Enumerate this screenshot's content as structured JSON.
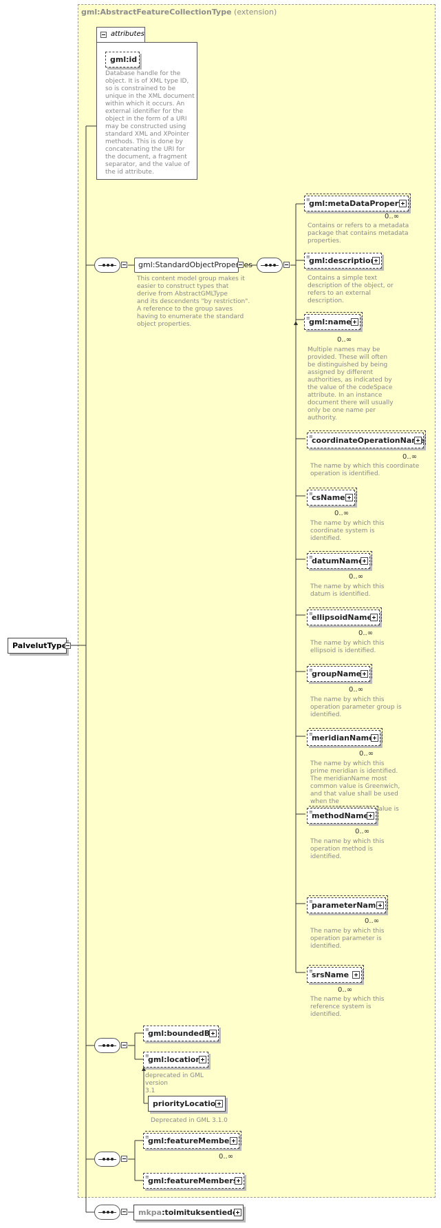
{
  "extension": {
    "type_name": "gml:AbstractFeatureCollectionType",
    "suffix": "(extension)"
  },
  "attributes": {
    "label": "attributes",
    "id_name": "gml:id",
    "id_doc": "Database handle for the\nobject.  It is of XML type ID,\nso is constrained to be\nunique in the XML document\nwithin which it occurs.  An\nexternal identifier for the\nobject in the form of a URI\nmay be constructed using\nstandard XML and XPointer\nmethods.  This is done by\nconcatenating the URI for\nthe document, a fragment\nseparator, and the value of\nthe id attribute."
  },
  "root": {
    "name": "PalvelutType"
  },
  "std_group": {
    "name": "gml:StandardObjectProperties",
    "doc": "This content model group makes it\neasier to construct types that\n        derive from AbstractGMLType\nand its descendents \"by restriction\".\n        A reference to the group saves\nhaving to enumerate the standard\nobject properties."
  },
  "std_elements": [
    {
      "name": "gml:metaDataProperty",
      "card": "0..∞",
      "doc": "Contains or refers to a metadata\npackage that contains metadata\nproperties."
    },
    {
      "name": "gml:description",
      "card": "",
      "doc": "Contains a simple text\ndescription of the object, or\nrefers to an external\ndescription."
    },
    {
      "name": "gml:name",
      "card": "0..∞",
      "doc": "Multiple names may be\nprovided.  These will often\nbe distinguished by being\nassigned by different\nauthorities, as indicated by\nthe value of the codeSpace\nattribute.  In an instance\ndocument there will usually\nonly be one name per\nauthority."
    },
    {
      "name": "coordinateOperationName",
      "card": "0..∞",
      "doc": "The name by which this coordinate\noperation is identified."
    },
    {
      "name": "csName",
      "card": "0..∞",
      "doc": "The name by which this\ncoordinate system is\nidentified."
    },
    {
      "name": "datumName",
      "card": "0..∞",
      "doc": "The name by which this\ndatum is identified."
    },
    {
      "name": "ellipsoidName",
      "card": "0..∞",
      "doc": "The name by which this\nellipsoid is identified."
    },
    {
      "name": "groupName",
      "card": "0..∞",
      "doc": "The name by which this\noperation parameter group is\nidentified."
    },
    {
      "name": "meridianName",
      "card": "0..∞",
      "doc": "The name by which this\nprime meridian is identified.\nThe meridianName most\ncommon value is Greenwich,\nand that value shall be used\nwhen the\ngreenwichLongitude value is\nzero."
    },
    {
      "name": "methodName",
      "card": "0..∞",
      "doc": "The name by which this\noperation method is\nidentified."
    },
    {
      "name": "parameterName",
      "card": "0..∞",
      "doc": "The name by which this\noperation parameter is\nidentified."
    },
    {
      "name": "srsName",
      "card": "0..∞",
      "doc": "The name by which this\nreference system is\nidentified."
    }
  ],
  "bounded": {
    "bounded_by": "gml:boundedBy",
    "location": "gml:location",
    "location_doc": "deprecated in GML version\n3.1",
    "priority_location": "priorityLocation",
    "priority_doc": "Deprecated in GML 3.1.0"
  },
  "members": {
    "feature_member": "gml:featureMember",
    "feature_member_card": "0..∞",
    "feature_members": "gml:featureMembers"
  },
  "extra": {
    "prefix": "mkpa",
    "name": ":toimituksentiedot"
  }
}
